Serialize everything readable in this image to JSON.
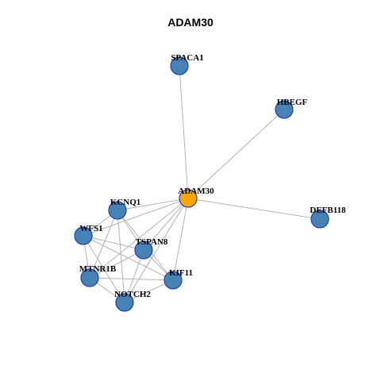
{
  "title": "ADAM30",
  "colors": {
    "hub": "#ffa500",
    "node": "#4682b4",
    "border": "#1f3fb0",
    "edge": "#b3b3b3"
  },
  "graph": {
    "hub": "ADAM30",
    "nodes": [
      "ADAM30",
      "SPACA1",
      "HBEGF",
      "DEFB118",
      "KCNQ1",
      "WFS1",
      "TSPAN8",
      "MTNR1B",
      "KIF11",
      "NOTCH2"
    ],
    "edges": [
      [
        "ADAM30",
        "SPACA1"
      ],
      [
        "ADAM30",
        "HBEGF"
      ],
      [
        "ADAM30",
        "DEFB118"
      ],
      [
        "ADAM30",
        "KCNQ1"
      ],
      [
        "ADAM30",
        "WFS1"
      ],
      [
        "ADAM30",
        "TSPAN8"
      ],
      [
        "ADAM30",
        "MTNR1B"
      ],
      [
        "ADAM30",
        "KIF11"
      ],
      [
        "ADAM30",
        "NOTCH2"
      ],
      [
        "KCNQ1",
        "WFS1"
      ],
      [
        "KCNQ1",
        "TSPAN8"
      ],
      [
        "KCNQ1",
        "MTNR1B"
      ],
      [
        "KCNQ1",
        "KIF11"
      ],
      [
        "KCNQ1",
        "NOTCH2"
      ],
      [
        "WFS1",
        "TSPAN8"
      ],
      [
        "WFS1",
        "MTNR1B"
      ],
      [
        "WFS1",
        "KIF11"
      ],
      [
        "WFS1",
        "NOTCH2"
      ],
      [
        "TSPAN8",
        "MTNR1B"
      ],
      [
        "TSPAN8",
        "KIF11"
      ],
      [
        "TSPAN8",
        "NOTCH2"
      ],
      [
        "MTNR1B",
        "KIF11"
      ],
      [
        "MTNR1B",
        "NOTCH2"
      ],
      [
        "KIF11",
        "NOTCH2"
      ]
    ]
  }
}
